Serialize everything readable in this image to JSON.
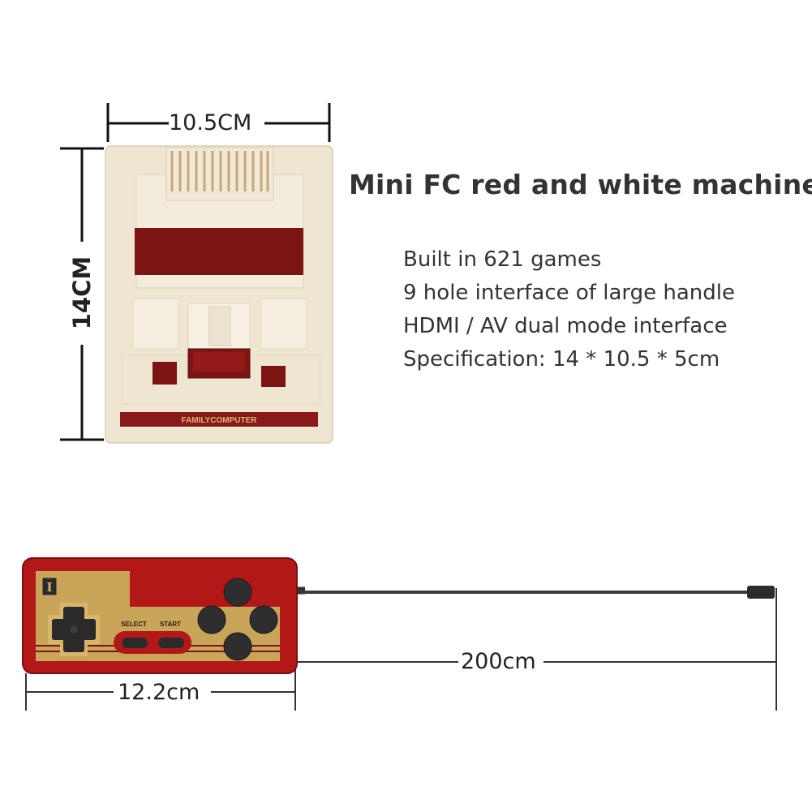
{
  "product": {
    "title": "Mini FC red and white machine",
    "features": [
      "Built in 621 games",
      "9 hole interface of large handle",
      "HDMI / AV dual mode interface",
      "Specification: 14 * 10.5 * 5cm"
    ]
  },
  "console": {
    "width_label": "10.5CM",
    "height_label": "14CM",
    "brand_label": "FAMILYCOMPUTER"
  },
  "controller": {
    "width_label": "12.2cm",
    "cable_label": "200cm",
    "badge": "I",
    "select_label": "SELECT",
    "start_label": "START"
  },
  "colors": {
    "console_body": "#efe6d2",
    "console_red": "#7d1414",
    "controller_red": "#b31818",
    "controller_gold": "#c9a55a"
  }
}
